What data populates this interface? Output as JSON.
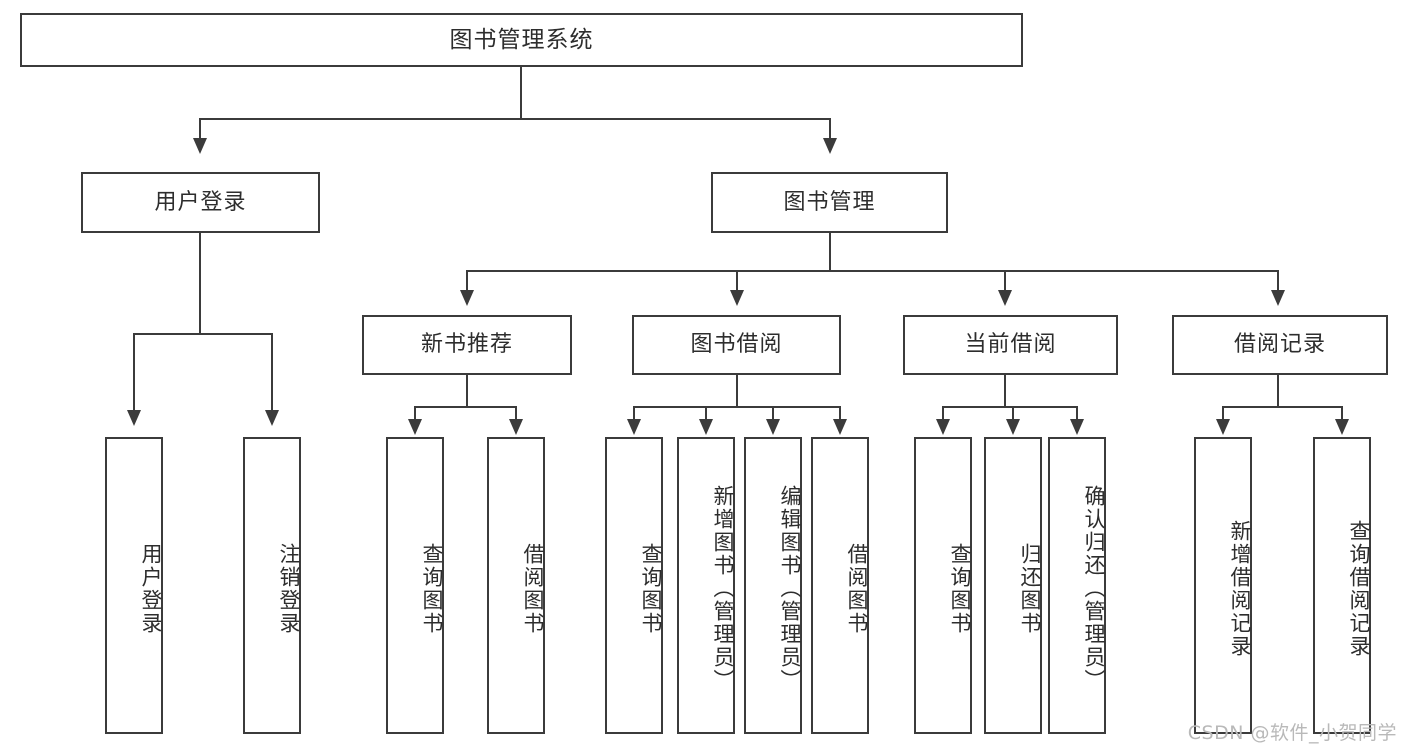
{
  "diagram": {
    "type": "tree",
    "title": "图书管理系统",
    "root": {
      "label": "图书管理系统"
    },
    "level2": [
      {
        "label": "用户登录"
      },
      {
        "label": "图书管理"
      }
    ],
    "level3": [
      {
        "label": "新书推荐"
      },
      {
        "label": "图书借阅"
      },
      {
        "label": "当前借阅"
      },
      {
        "label": "借阅记录"
      }
    ],
    "leaves": {
      "user_login": [
        {
          "label": "用户登录"
        },
        {
          "label": "注销登录"
        }
      ],
      "new_book_recommend": [
        {
          "label": "查询图书"
        },
        {
          "label": "借阅图书"
        }
      ],
      "book_borrow": [
        {
          "label": "查询图书"
        },
        {
          "label": "新增图书（管理员）"
        },
        {
          "label": "编辑图书（管理员）"
        },
        {
          "label": "借阅图书"
        }
      ],
      "current_borrow": [
        {
          "label": "查询图书"
        },
        {
          "label": "归还图书"
        },
        {
          "label": "确认归还（管理员）"
        }
      ],
      "borrow_record": [
        {
          "label": "新增借阅记录"
        },
        {
          "label": "查询借阅记录"
        }
      ]
    }
  },
  "watermark": {
    "text": "CSDN @软件_小贺同学"
  },
  "colors": {
    "stroke": "#3b3b3b",
    "text": "#2d2d2d",
    "background": "#ffffff",
    "watermark": "#b9b9b9"
  }
}
